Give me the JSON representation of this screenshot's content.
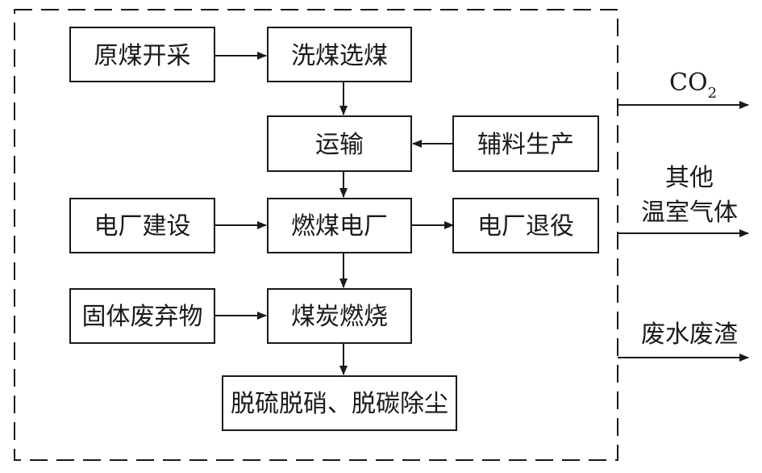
{
  "boxes": {
    "mining": "原煤开采",
    "washing": "洗煤选煤",
    "transport": "运输",
    "auxiliary": "辅料生产",
    "plant_build": "电厂建设",
    "coal_plant": "燃煤电厂",
    "plant_retire": "电厂退役",
    "solid_waste": "固体废弃物",
    "combustion": "煤炭燃烧",
    "treatment": "脱硫脱硝、脱碳除尘"
  },
  "outputs": {
    "co2_main": "CO",
    "co2_sub": "2",
    "ghg_line1": "其他",
    "ghg_line2": "温室气体",
    "waste": "废水废渣"
  }
}
